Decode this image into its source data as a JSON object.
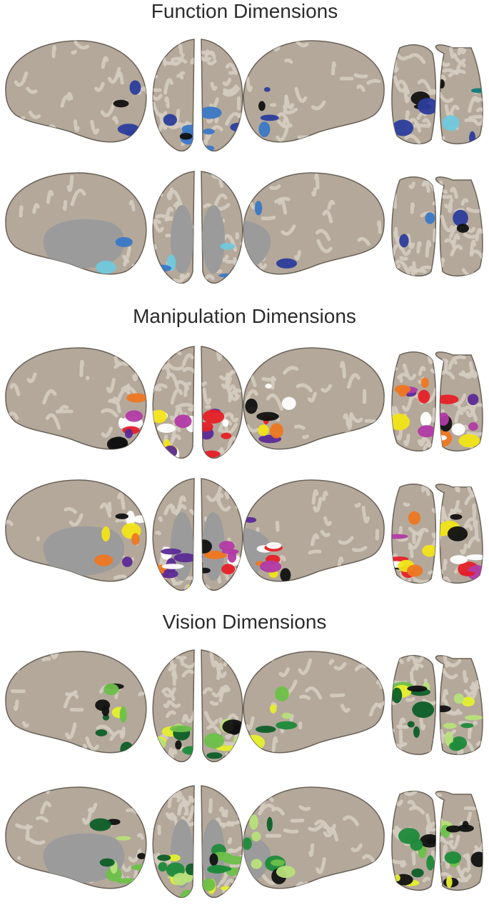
{
  "sections": [
    {
      "title": "Function Dimensions",
      "palette": [
        "#3a78c6",
        "#2c3d9c",
        "#6fc9dd",
        "#0f7a78",
        "#111111"
      ]
    },
    {
      "title": "Manipulation Dimensions",
      "palette": [
        "#b23aa5",
        "#5b2a96",
        "#f2e417",
        "#ee7722",
        "#e52027",
        "#ffffff",
        "#111111"
      ]
    },
    {
      "title": "Vision Dimensions",
      "palette": [
        "#1e8a3a",
        "#6dc04a",
        "#b8e07a",
        "#e6ef2e",
        "#0d5e28",
        "#111111"
      ]
    }
  ],
  "colors": {
    "cortex_gyri": "#b4a89a",
    "cortex_sulci": "#d4ccc0",
    "medial_wall": "#9b9b9b",
    "outline": "#6a6258"
  }
}
